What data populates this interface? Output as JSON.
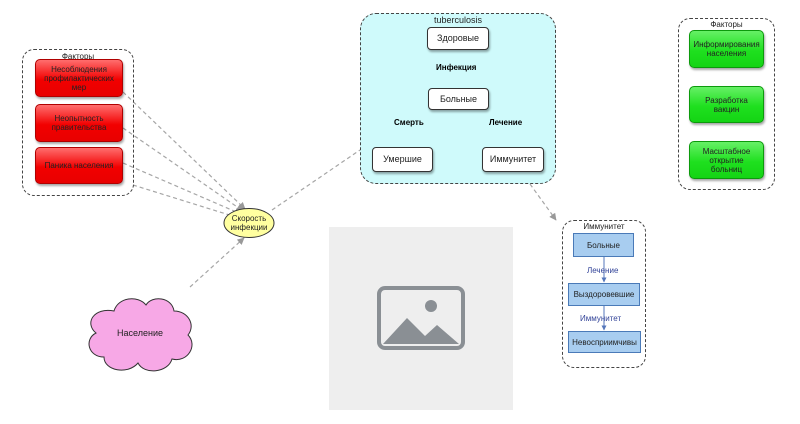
{
  "groups": {
    "factors_left": {
      "title": "Факторы"
    },
    "tb": {
      "title": "tuberculosis"
    },
    "factors_right": {
      "title": "Факторы"
    },
    "immunity": {
      "title": "Иммунитет"
    }
  },
  "factors_left": [
    "Несоблюдения профилактических мер",
    "Неопытность правительства",
    "Паника населения"
  ],
  "factors_right": [
    "Информирования населения",
    "Разработка вакцин",
    "Масштабное открытие больниц"
  ],
  "tb": {
    "healthy": "Здоровые",
    "infection_label": "Инфекция",
    "sick": "Больные",
    "death_label": "Смерть",
    "treatment_label": "Лечение",
    "dead": "Умершие",
    "immune": "Иммунитет"
  },
  "speed": "Скорость инфекции",
  "population": "Население",
  "immunity": {
    "sick": "Больные",
    "treatment_label": "Лечение",
    "recovered": "Выздоровевшие",
    "immunity_label": "Иммунитет",
    "immune": "Невосприимчивы"
  },
  "colors": {
    "red": "#f20000",
    "green": "#1fe01f",
    "cyan": "#cffafb",
    "blue": "#a8cdf0",
    "pink": "#f7a8e6",
    "yellow": "#ffffa0"
  }
}
